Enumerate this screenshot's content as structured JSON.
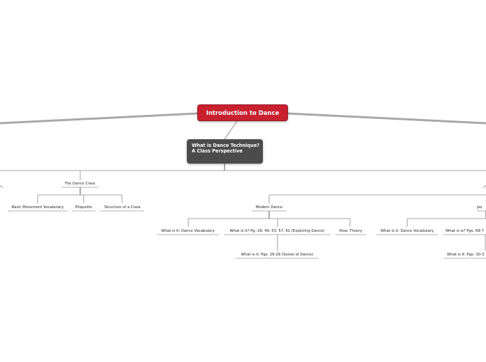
{
  "map": {
    "root": "Introduction to Dance",
    "main_topic": "What is Dance Technique? A Class Perspective",
    "dance_class": {
      "label": "The Dance Class",
      "children": [
        "Basic Movement Vocabulary",
        "Etiquette",
        "Structure of a Class"
      ]
    },
    "modern_dance": {
      "label": "Modern Dance",
      "children": [
        "What is it: Dance Vocabulary",
        "What is it? Pg. 29, 49, 53, 57, 61 (Exploring Dance)",
        "How: Theory"
      ],
      "grandchild": "What is it: Pgs. 26-29 (Sense of Dance)"
    },
    "jazz_branch": {
      "label": "Jaz",
      "children": [
        "What is it: Dance Vocabulary",
        "What is is? Pgs. 69-7"
      ],
      "grandchild": "What is it: Pgs. 30-3"
    }
  },
  "colors": {
    "root_fill": "#c8202f",
    "main_fill": "#4b4b4b",
    "trunk_line": "#a8a8a8",
    "branch_line": "#8a8a8a"
  }
}
